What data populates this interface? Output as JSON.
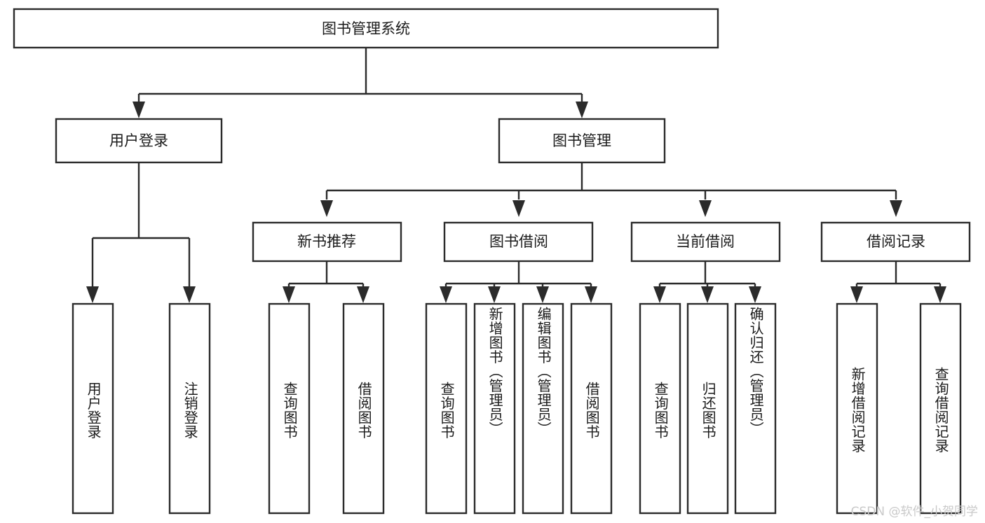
{
  "diagram": {
    "type": "tree",
    "title": "图书管理系统",
    "root": {
      "label": "图书管理系统",
      "children": [
        {
          "label": "用户登录",
          "children": [
            {
              "label": "用户登录"
            },
            {
              "label": "注销登录"
            }
          ]
        },
        {
          "label": "图书管理",
          "children": [
            {
              "label": "新书推荐",
              "children": [
                {
                  "label": "查询图书"
                },
                {
                  "label": "借阅图书"
                }
              ]
            },
            {
              "label": "图书借阅",
              "children": [
                {
                  "label": "查询图书"
                },
                {
                  "label": "新增图书（管理员）"
                },
                {
                  "label": "编辑图书（管理员）"
                },
                {
                  "label": "借阅图书"
                }
              ]
            },
            {
              "label": "当前借阅",
              "children": [
                {
                  "label": "查询图书"
                },
                {
                  "label": "归还图书"
                },
                {
                  "label": "确认归还（管理员）"
                }
              ]
            },
            {
              "label": "借阅记录",
              "children": [
                {
                  "label": "新增借阅记录"
                },
                {
                  "label": "查询借阅记录"
                }
              ]
            }
          ]
        }
      ]
    },
    "nodes": {
      "root": "图书管理系统",
      "user_login": "用户登录",
      "book_manage": "图书管理",
      "new_book_rec": "新书推荐",
      "book_borrow": "图书借阅",
      "current_borrow": "当前借阅",
      "borrow_record": "借阅记录",
      "leaf_user_login": "用户登录",
      "leaf_logout": "注销登录",
      "leaf_query_book_1": "查询图书",
      "leaf_borrow_book_1": "借阅图书",
      "leaf_query_book_2": "查询图书",
      "leaf_add_book": "新增图书（管理员）",
      "leaf_edit_book": "编辑图书（管理员）",
      "leaf_borrow_book_2": "借阅图书",
      "leaf_query_book_3": "查询图书",
      "leaf_return_book": "归还图书",
      "leaf_confirm_return": "确认归还（管理员）",
      "leaf_add_record": "新增借阅记录",
      "leaf_query_record": "查询借阅记录"
    },
    "colors": {
      "box_stroke": "#2b2b2b",
      "box_fill": "#ffffff",
      "text": "#1b1b1b",
      "background": "#ffffff",
      "watermark": "#c9c9c9"
    }
  },
  "watermark": {
    "text": "CSDN @软件_小贺同学"
  }
}
